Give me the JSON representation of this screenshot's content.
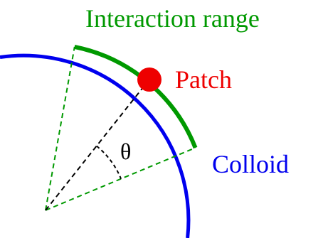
{
  "labels": {
    "interaction_range": "Interaction range",
    "patch": "Patch",
    "colloid": "Colloid",
    "angle": "θ"
  },
  "colors": {
    "colloid": "#0000ee",
    "interaction_range": "#009900",
    "patch": "#ee0000",
    "angle_lines": "#000000"
  }
}
